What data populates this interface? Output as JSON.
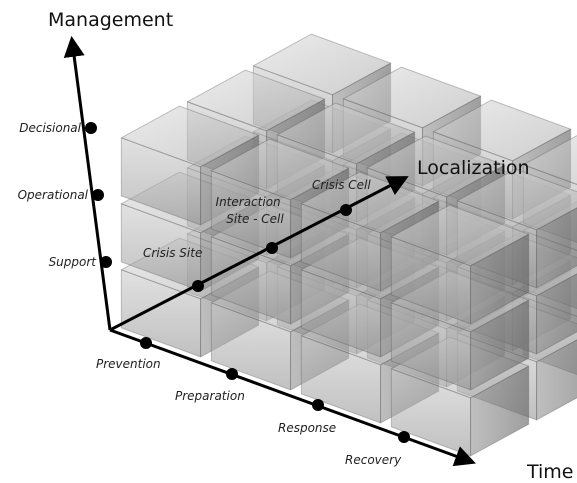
{
  "axes": {
    "management": {
      "title": "Management",
      "levels": [
        "Decisional",
        "Operational",
        "Support"
      ]
    },
    "localization": {
      "title": "Localization",
      "levels": [
        "Crisis Site",
        "Interaction Site - Cell",
        "Crisis Cell"
      ],
      "label_lines": [
        [
          "Crisis Site"
        ],
        [
          "Interaction",
          "Site - Cell"
        ],
        [
          "Crisis Cell"
        ]
      ]
    },
    "time": {
      "title": "Time",
      "levels": [
        "Prevention",
        "Preparation",
        "Response",
        "Recovery"
      ]
    }
  },
  "style": {
    "axis_color": "#000000",
    "cube_fill": "#8c8c8c",
    "cube_stroke": "#5a5a5a"
  }
}
